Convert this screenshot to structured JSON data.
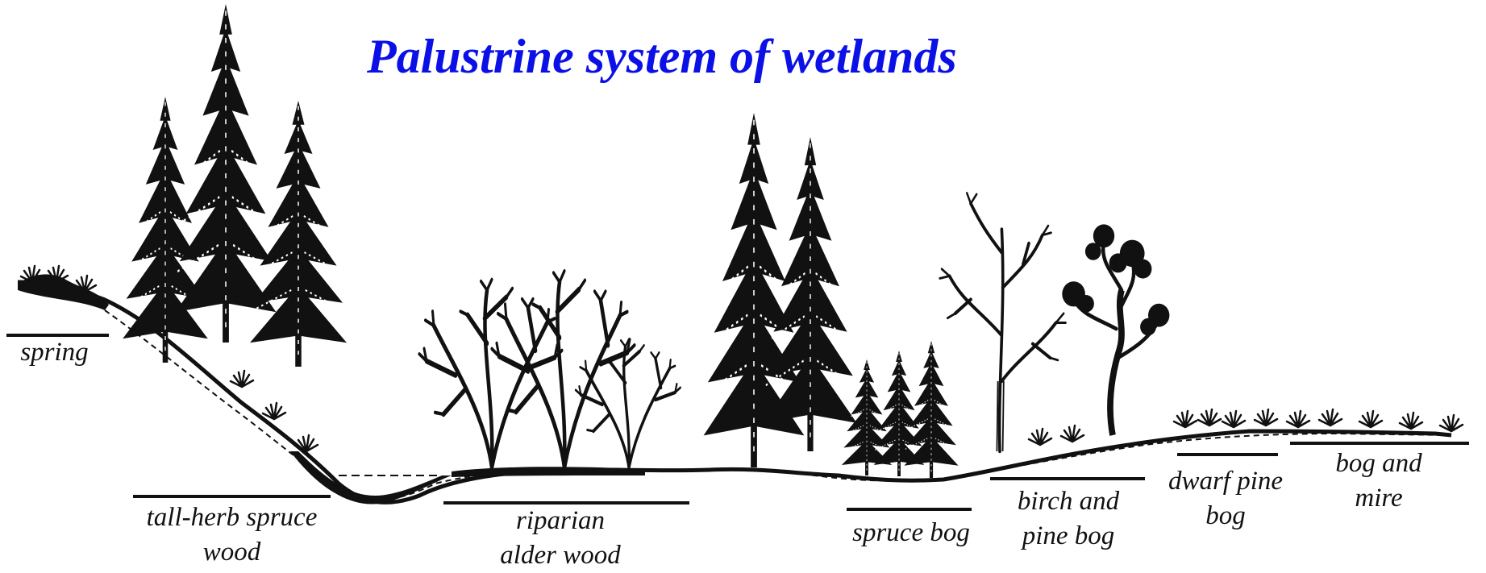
{
  "diagram": {
    "title": "Palustrine system of wetlands",
    "title_color": "#0b10e6",
    "zones": [
      {
        "id": "spring",
        "lines": [
          "spring"
        ]
      },
      {
        "id": "tall-herb-spruce-wood",
        "lines": [
          "tall-herb spruce",
          "wood"
        ]
      },
      {
        "id": "riparian-alder-wood",
        "lines": [
          "riparian",
          "alder wood"
        ]
      },
      {
        "id": "spruce-bog",
        "lines": [
          "spruce bog"
        ]
      },
      {
        "id": "birch-and-pine-bog",
        "lines": [
          "birch and",
          "pine bog"
        ]
      },
      {
        "id": "dwarf-pine-bog",
        "lines": [
          "dwarf pine",
          "bog"
        ]
      },
      {
        "id": "bog-and-mire",
        "lines": [
          "bog and",
          "mire"
        ]
      }
    ]
  }
}
